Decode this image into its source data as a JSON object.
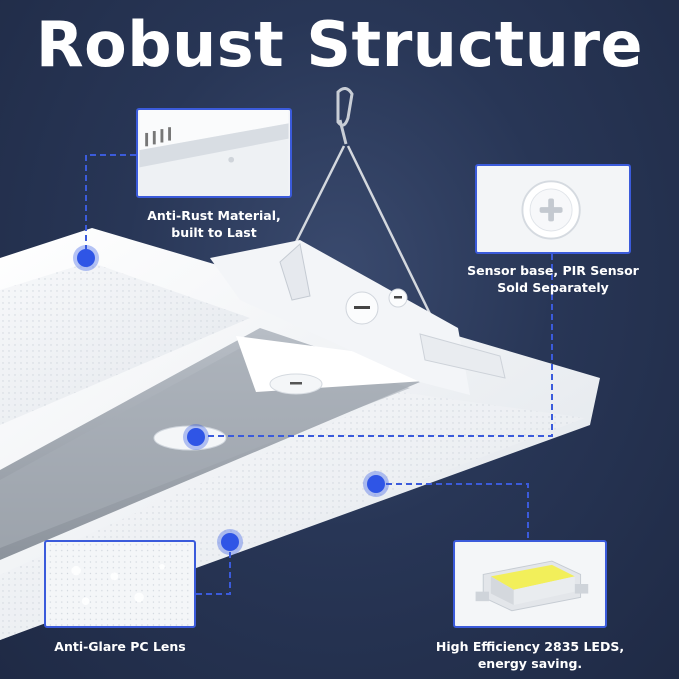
{
  "title": "Robust Structure",
  "callouts": {
    "anti_rust": {
      "line1": "Anti-Rust Material,",
      "line2": "built to Last"
    },
    "sensor": {
      "line1": "Sensor base, PIR Sensor",
      "line2": "Sold Separately"
    },
    "lens": {
      "line1": "Anti-Glare PC Lens"
    },
    "leds": {
      "line1": "High Efficiency 2835 LEDS,",
      "line2": "energy saving."
    }
  },
  "colors": {
    "background": "#283656",
    "accent": "#3b5bdb",
    "dot": "#2f55e6",
    "text": "#ffffff"
  }
}
